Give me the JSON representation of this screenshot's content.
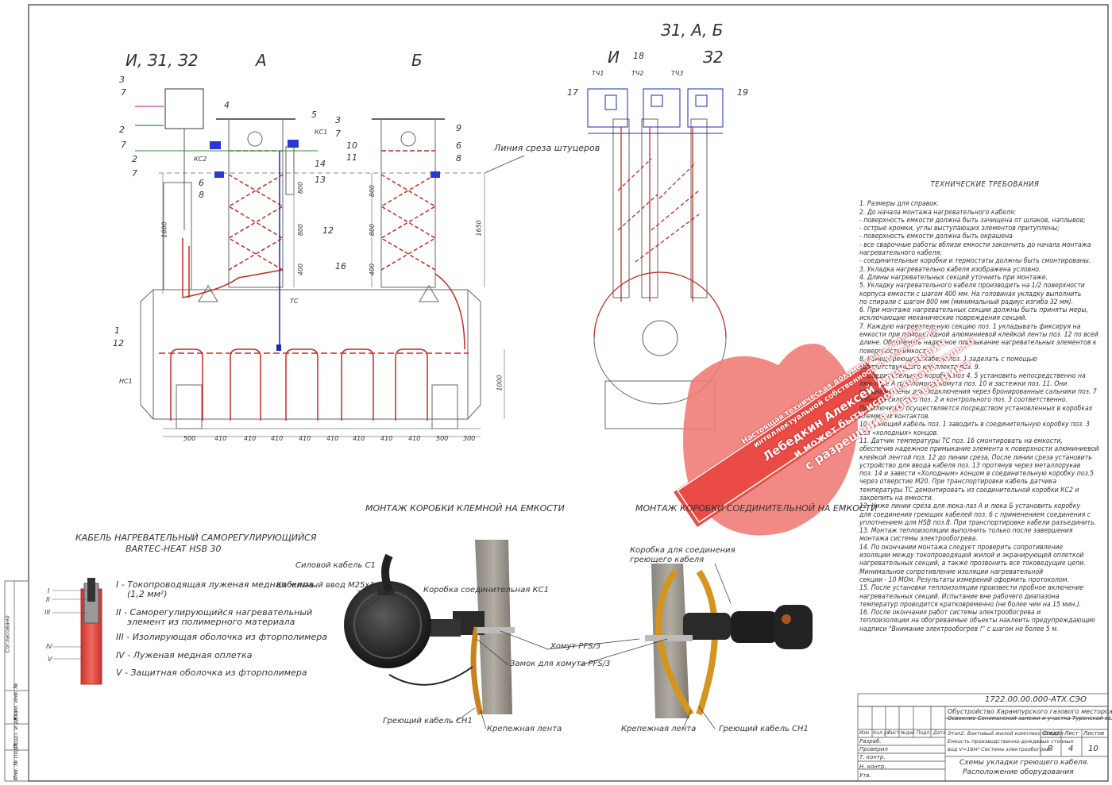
{
  "views": {
    "left_box_label": "И, З1, З2",
    "view_a": "А",
    "view_b": "Б",
    "right_top": "З1, А, Б",
    "right_i": "И",
    "right_z2": "З2"
  },
  "callouts": {
    "c3a": "3",
    "c7a": "7",
    "c2a": "2",
    "c7b": "7",
    "c2b": "2",
    "c7c": "7",
    "c4": "4",
    "c5": "5",
    "c3b": "3",
    "c7d": "7",
    "ks1": "КС1",
    "ks2": "КС2",
    "c14": "14",
    "c13": "13",
    "c6a": "6",
    "c8a": "8",
    "c12": "12",
    "c16": "16",
    "tc": "ТС",
    "c1": "1",
    "c12b": "12",
    "hc1": "НС1",
    "c9": "9",
    "c10": "10",
    "c11": "11",
    "c6b": "6",
    "c8b": "8",
    "cut_line": "Линия среза штуцеров",
    "r17": "17",
    "r18": "18",
    "r19": "19",
    "tch1": "ТЧ1",
    "tch2": "ТЧ2",
    "tch3": "ТЧ3"
  },
  "dimensions": {
    "d800a": "800",
    "d800b": "800",
    "d400a": "400",
    "d1600a": "1600",
    "d800c": "800",
    "d800d": "800",
    "d400b": "400",
    "d1650": "1650",
    "d1000": "1000",
    "bottom": [
      "500",
      "410",
      "410",
      "410",
      "410",
      "410",
      "410",
      "410",
      "410",
      "500",
      "300"
    ]
  },
  "cable_section": {
    "title1": "КАБЕЛЬ НАГРЕВАТЕЛЬНЫЙ САМОРЕГУЛИРУЮЩИЙСЯ",
    "title2": "BARTEC-HEAT HSB 30",
    "romans": [
      "I",
      "II",
      "III",
      "IV",
      "V"
    ],
    "items": [
      "I - Токопроводящая луженая медная жила",
      "(1,2 мм²)",
      "II - Саморегулирующийся нагревательный",
      "элемент из полимерного материала",
      "III - Изолирующая оболочка из фторполимера",
      "IV - Луженая медная оплетка",
      "V - Защитная оболочка из фторполимера"
    ]
  },
  "photo_left": {
    "title": "МОНТАЖ КОРОБКИ КЛЕМНОЙ НА ЕМКОСТИ",
    "power_cable": "Силовой кабель С1",
    "cable_gland": "Кабельный ввод М25х1,5",
    "junction_box": "Коробка соединительная КС1",
    "heating_cable": "Греющий кабель СН1",
    "mounting_tape": "Крепежная лента"
  },
  "photo_common": {
    "clamp": "Хомут PFS/3",
    "clamp_lock": "Замок для хомута PFS/3"
  },
  "photo_right": {
    "title": "МОНТАЖ КОРОБКИ СОЕДИНИТЕЛЬНОЙ НА ЕМКОСТИ",
    "box_line1": "Коробка для соединения",
    "box_line2": "греющего кабеля",
    "mounting_tape": "Крепежная лента",
    "heating_cable": "Греющий кабель СН1"
  },
  "tech_requirements": {
    "heading": "ТЕХНИЧЕСКИЕ ТРЕБОВАНИЯ",
    "lines": [
      "1. Размеры для справок.",
      "2. До начала монтажа нагревательного кабеля:",
      "- поверхность емкости должна быть зачищена от шлаков, наплывов;",
      "- острые кромки, углы выступающих элементов притуплены;",
      "- поверхность емкости должна быть окрашена",
      "- все сварочные работы вблизи емкости закончить до начала монтажа",
      "нагревательного кабеля;",
      "- соединительные коробки и термостаты должны быть смонтированы.",
      "3. Укладка нагревательно кабеля изображена условно.",
      "4. Длины нагревательных секций уточнить при монтаже.",
      "5. Укладку нагревательного кабеля производить на 1/2 поверхности",
      "корпуса емкости с шагом 400 мм. На головинах укладку выполнить",
      "по спирали с шагом 800 мм (минимальный радиус изгиба 32 мм).",
      "6. При монтаже нагревательных секции должны быть приняты меры,",
      "исключающие механические повреждения секций.",
      "7. Каждую нагревательную секцию поз. 1 укладывать фиксируя на",
      "емкости при помощи одной алюминиевой клейкой ленты поз. 12 по всей",
      "длине. Обеспечить надежное примыкание нагревательных элементов к",
      "поверхности емкости.",
      "8. Конец греющего кабеля поз. 1 заделать с помощью",
      "соответствующего комплекта поз. 9.",
      "9. Соединительные коробки поз 4, 5 установить непосредственно на",
      "люк-лазе А при помощи хомута поз. 10 и застежки поз. 11. Они",
      "предназначены для подключения через бронированные сальники поз. 7",
      "кабелей силового поз. 2 и контрольного поз. 3 соответственно.",
      "Подключение осуществляется посредством установленных в коробках",
      "клеммных контактов.",
      "10. Греющий кабель поз. 1 заводить в соединительную коробку поз. 3",
      "без «холодных» концов.",
      "11. Датчик температуры ТС поз. 16 смонтировать на емкости,",
      "обеспечив надежное примыкание элемента к поверхности алюминиевой",
      "клейкой лентой поз. 12 до линии среза. После линии среза установить",
      "устройство для ввода кабеля поз. 13 протянув через металлорукав",
      "поз. 14 и завести «Холодным» концом в соединительную коробку поз.5",
      "через отверстие М20. При транспортировки кабель датчика",
      "температуры ТС демонтировать из соединительной коробки КС2 и",
      "закрепить на емкости.",
      "12. Ниже линии среза для люка-лаз А и люка Б установить коробку",
      "для соединения греющих кабелей поз. 6 с применением соединения с",
      "уплотнением для HSB поз.8. При транспортировке кабели разъединить.",
      "13. Монтаж теплоизоляции выполнить только после завершения",
      "монтажа системы электрообогрева.",
      "14. По окончании монтажа следует проверить сопротивление",
      "изоляции между токопроводящей жилой и экранирующей оплеткой",
      "нагревательных секций, а также прозвонить все токоведущие цепи.",
      "Минимальное сопротивление изоляции нагревательной",
      "секции - 10 МОм. Результаты измерений оформить протоколом.",
      "15. После установки теплоизоляции произвести пробное включение",
      "нагревательных секций. Испытание вне рабочего диапазона",
      "температур проводится кратковременно (не более чем на 15 мин.).",
      "16. После окончания работ системы электрообогрева и",
      "теплоизоляции на обогреваемые объекты наклеить предупреждающие",
      "надписи \"Внимание электрообогрев !\" с шагом не более 5 м."
    ]
  },
  "watermark": {
    "line1": "Настоящая техническая документация является",
    "line2": "интеллектуальной собственностью разработчика",
    "line3": "Лебедкин Алексей Алексеевич",
    "line4": "и может быть использована только",
    "line5": "с разрешения собственника"
  },
  "title_block": {
    "doc_number": "1722.00.00.000-АТХ.СЭО",
    "project1": "Обустройство Харампурского газового месторождения.",
    "project2": "Освоение Сеноманской залежи и участка Туронской залежи",
    "stage_text1": "Этап2. Вахтовый жилой комплекс (ВЖК).",
    "stage_text2": "Емкость производственно-дождевых сточных",
    "stage_text3": "вод V=16м³ Система электрообогрева",
    "stage_hdr": "Стадия",
    "sheet_hdr": "Лист",
    "sheets_hdr": "Листов",
    "stage": "Р",
    "sheet": "4",
    "sheets": "10",
    "sheet_title1": "Схемы укладки греющего кабеля.",
    "sheet_title2": "Расположение оборудования",
    "cols": [
      "Изм",
      "Кол.уч",
      "Лист",
      "№док",
      "Подп.",
      "Дата"
    ],
    "roles": [
      "Разраб.",
      "Проверил",
      "Т. контр.",
      "Н. контр.",
      "Утв."
    ],
    "side_labels": [
      "Согласовано",
      "Взам. инв. №",
      "Подп. и дата",
      "Инв. № подл."
    ]
  }
}
